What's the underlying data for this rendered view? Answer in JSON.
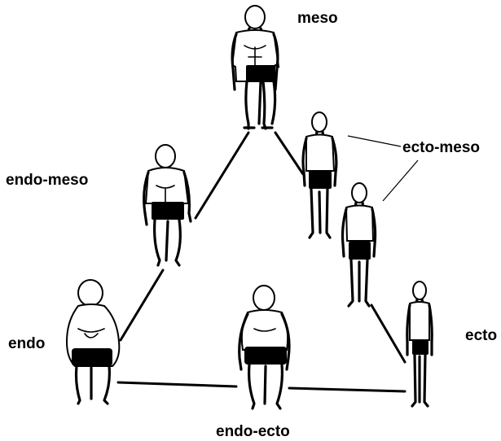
{
  "labels": {
    "meso": "meso",
    "ecto_meso": "ecto-meso",
    "endo_meso": "endo-meso",
    "endo": "endo",
    "ecto": "ecto",
    "endo_ecto": "endo-ecto"
  },
  "figures": [
    {
      "type": "mesomorph",
      "depicts": "muscular-body"
    },
    {
      "type": "ecto-meso",
      "depicts": "lean-muscular-body"
    },
    {
      "type": "ecto-meso",
      "depicts": "lean-muscular-body"
    },
    {
      "type": "endo-meso",
      "depicts": "stocky-body"
    },
    {
      "type": "endomorph",
      "depicts": "round-body"
    },
    {
      "type": "endo-ecto",
      "depicts": "heavy-body"
    },
    {
      "type": "ectomorph",
      "depicts": "thin-body"
    }
  ],
  "colors": {
    "ink": "#000000",
    "background": "#ffffff"
  }
}
